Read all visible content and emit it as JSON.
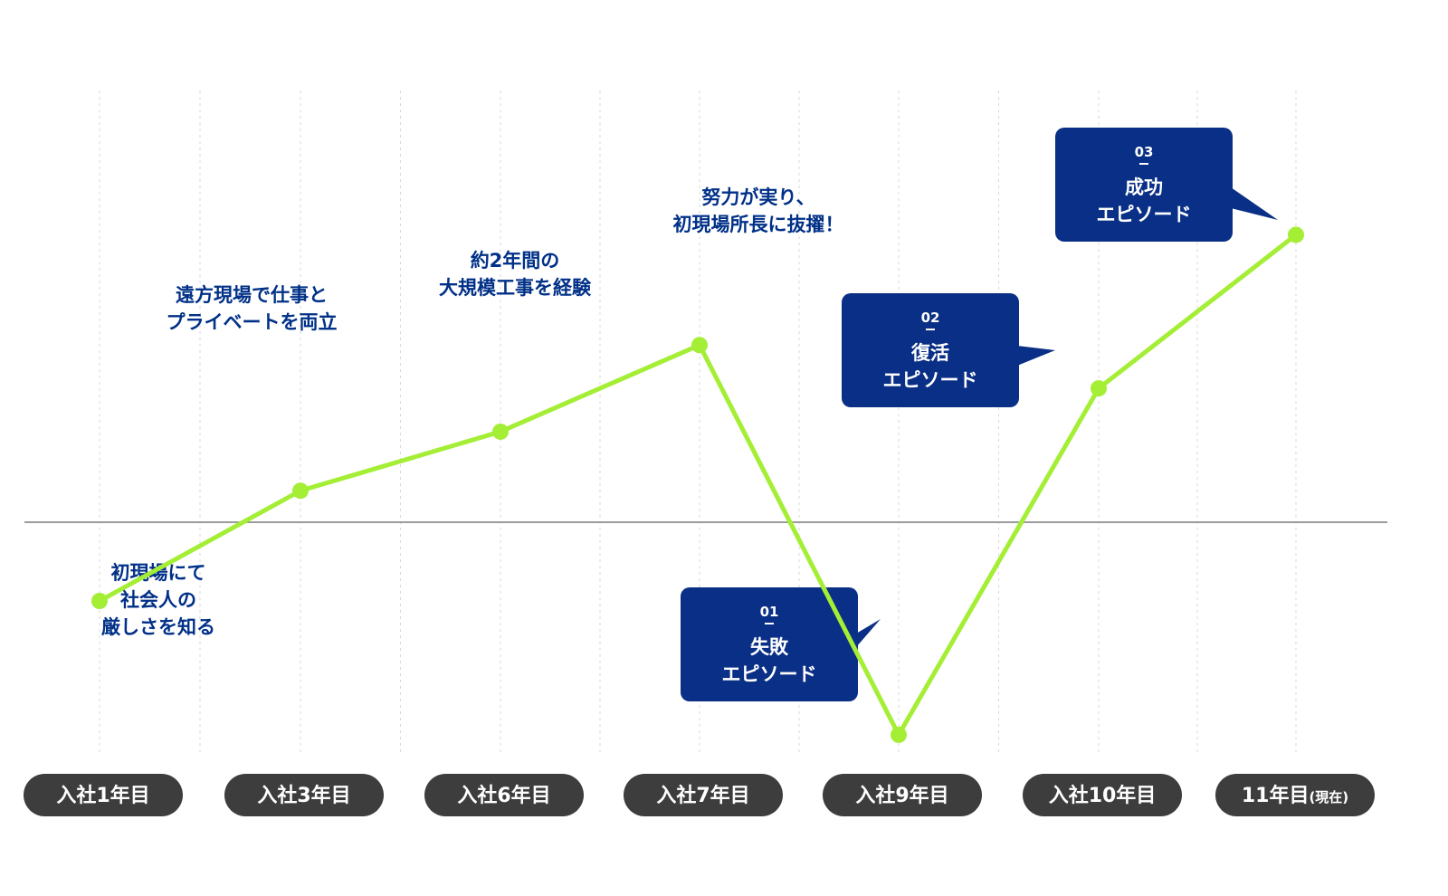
{
  "colors": {
    "line": "#a4ee35",
    "navy": "#0a2f86",
    "pill": "#3d3d3d",
    "grid": "#d8d8d8",
    "baseline": "#9c9c9c",
    "note_text": "#003087"
  },
  "chart_data": {
    "type": "line",
    "categories": [
      "入社1年目",
      "入社3年目",
      "入社6年目",
      "入社7年目",
      "入社9年目",
      "入社10年目",
      "11年目"
    ],
    "last_category_suffix": "(現在)",
    "values": [
      -2,
      0.8,
      2.3,
      4.5,
      -5.4,
      3.4,
      7.3
    ],
    "ylim": [
      -10,
      12
    ],
    "baseline": 0,
    "grid": true,
    "annotations": [
      {
        "lines": [
          "初現場にて",
          "社会人の",
          "厳しさを知る"
        ]
      },
      {
        "lines": [
          "遠方現場で仕事と",
          "プライベートを両立"
        ]
      },
      {
        "lines": [
          "約2年間の",
          "大規模工事を経験"
        ]
      },
      {
        "lines": [
          "努力が実り、",
          "初現場所長に抜擢！"
        ]
      }
    ],
    "episodes": [
      {
        "number": "01",
        "lines": [
          "失敗",
          "エピソード"
        ]
      },
      {
        "number": "02",
        "lines": [
          "復活",
          "エピソード"
        ]
      },
      {
        "number": "03",
        "lines": [
          "成功",
          "エピソード"
        ]
      }
    ]
  }
}
